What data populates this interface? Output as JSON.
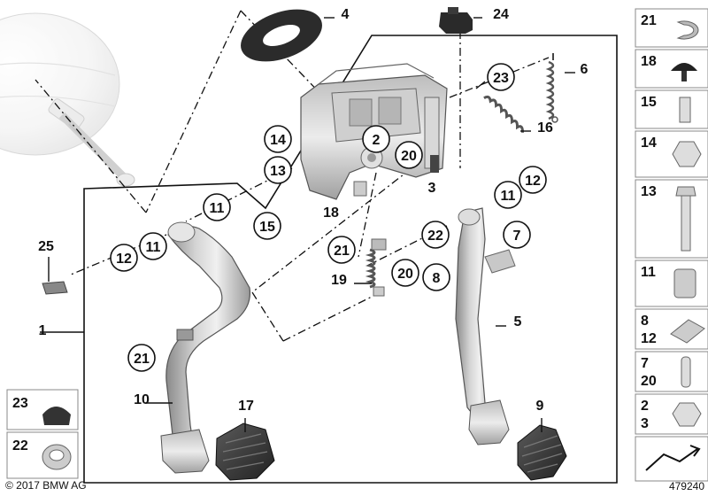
{
  "callouts": [
    {
      "num": "4"
    },
    {
      "num": "24"
    },
    {
      "num": "6"
    },
    {
      "num": "23"
    },
    {
      "num": "16"
    },
    {
      "num": "14"
    },
    {
      "num": "2"
    },
    {
      "num": "20"
    },
    {
      "num": "13"
    },
    {
      "num": "3"
    },
    {
      "num": "11"
    },
    {
      "num": "12"
    },
    {
      "num": "18"
    },
    {
      "num": "15"
    },
    {
      "num": "11"
    },
    {
      "num": "22"
    },
    {
      "num": "7"
    },
    {
      "num": "25"
    },
    {
      "num": "11"
    },
    {
      "num": "12"
    },
    {
      "num": "21"
    },
    {
      "num": "19"
    },
    {
      "num": "20"
    },
    {
      "num": "8"
    },
    {
      "num": "1"
    },
    {
      "num": "5"
    },
    {
      "num": "21"
    },
    {
      "num": "10"
    },
    {
      "num": "17"
    },
    {
      "num": "9"
    }
  ],
  "sidebar_right": [
    {
      "label1": "21",
      "label2": ""
    },
    {
      "label1": "18",
      "label2": ""
    },
    {
      "label1": "15",
      "label2": ""
    },
    {
      "label1": "14",
      "label2": ""
    },
    {
      "label1": "13",
      "label2": ""
    },
    {
      "label1": "11",
      "label2": ""
    },
    {
      "label1": "8",
      "label2": "12"
    },
    {
      "label1": "7",
      "label2": "20"
    },
    {
      "label1": "2",
      "label2": "3"
    },
    {
      "label1": "",
      "label2": ""
    }
  ],
  "sidebar_left": [
    {
      "label": "23"
    },
    {
      "label": "22"
    }
  ],
  "footer": {
    "copyright": "© 2017 BMW AG",
    "diagram_id": "479240"
  }
}
